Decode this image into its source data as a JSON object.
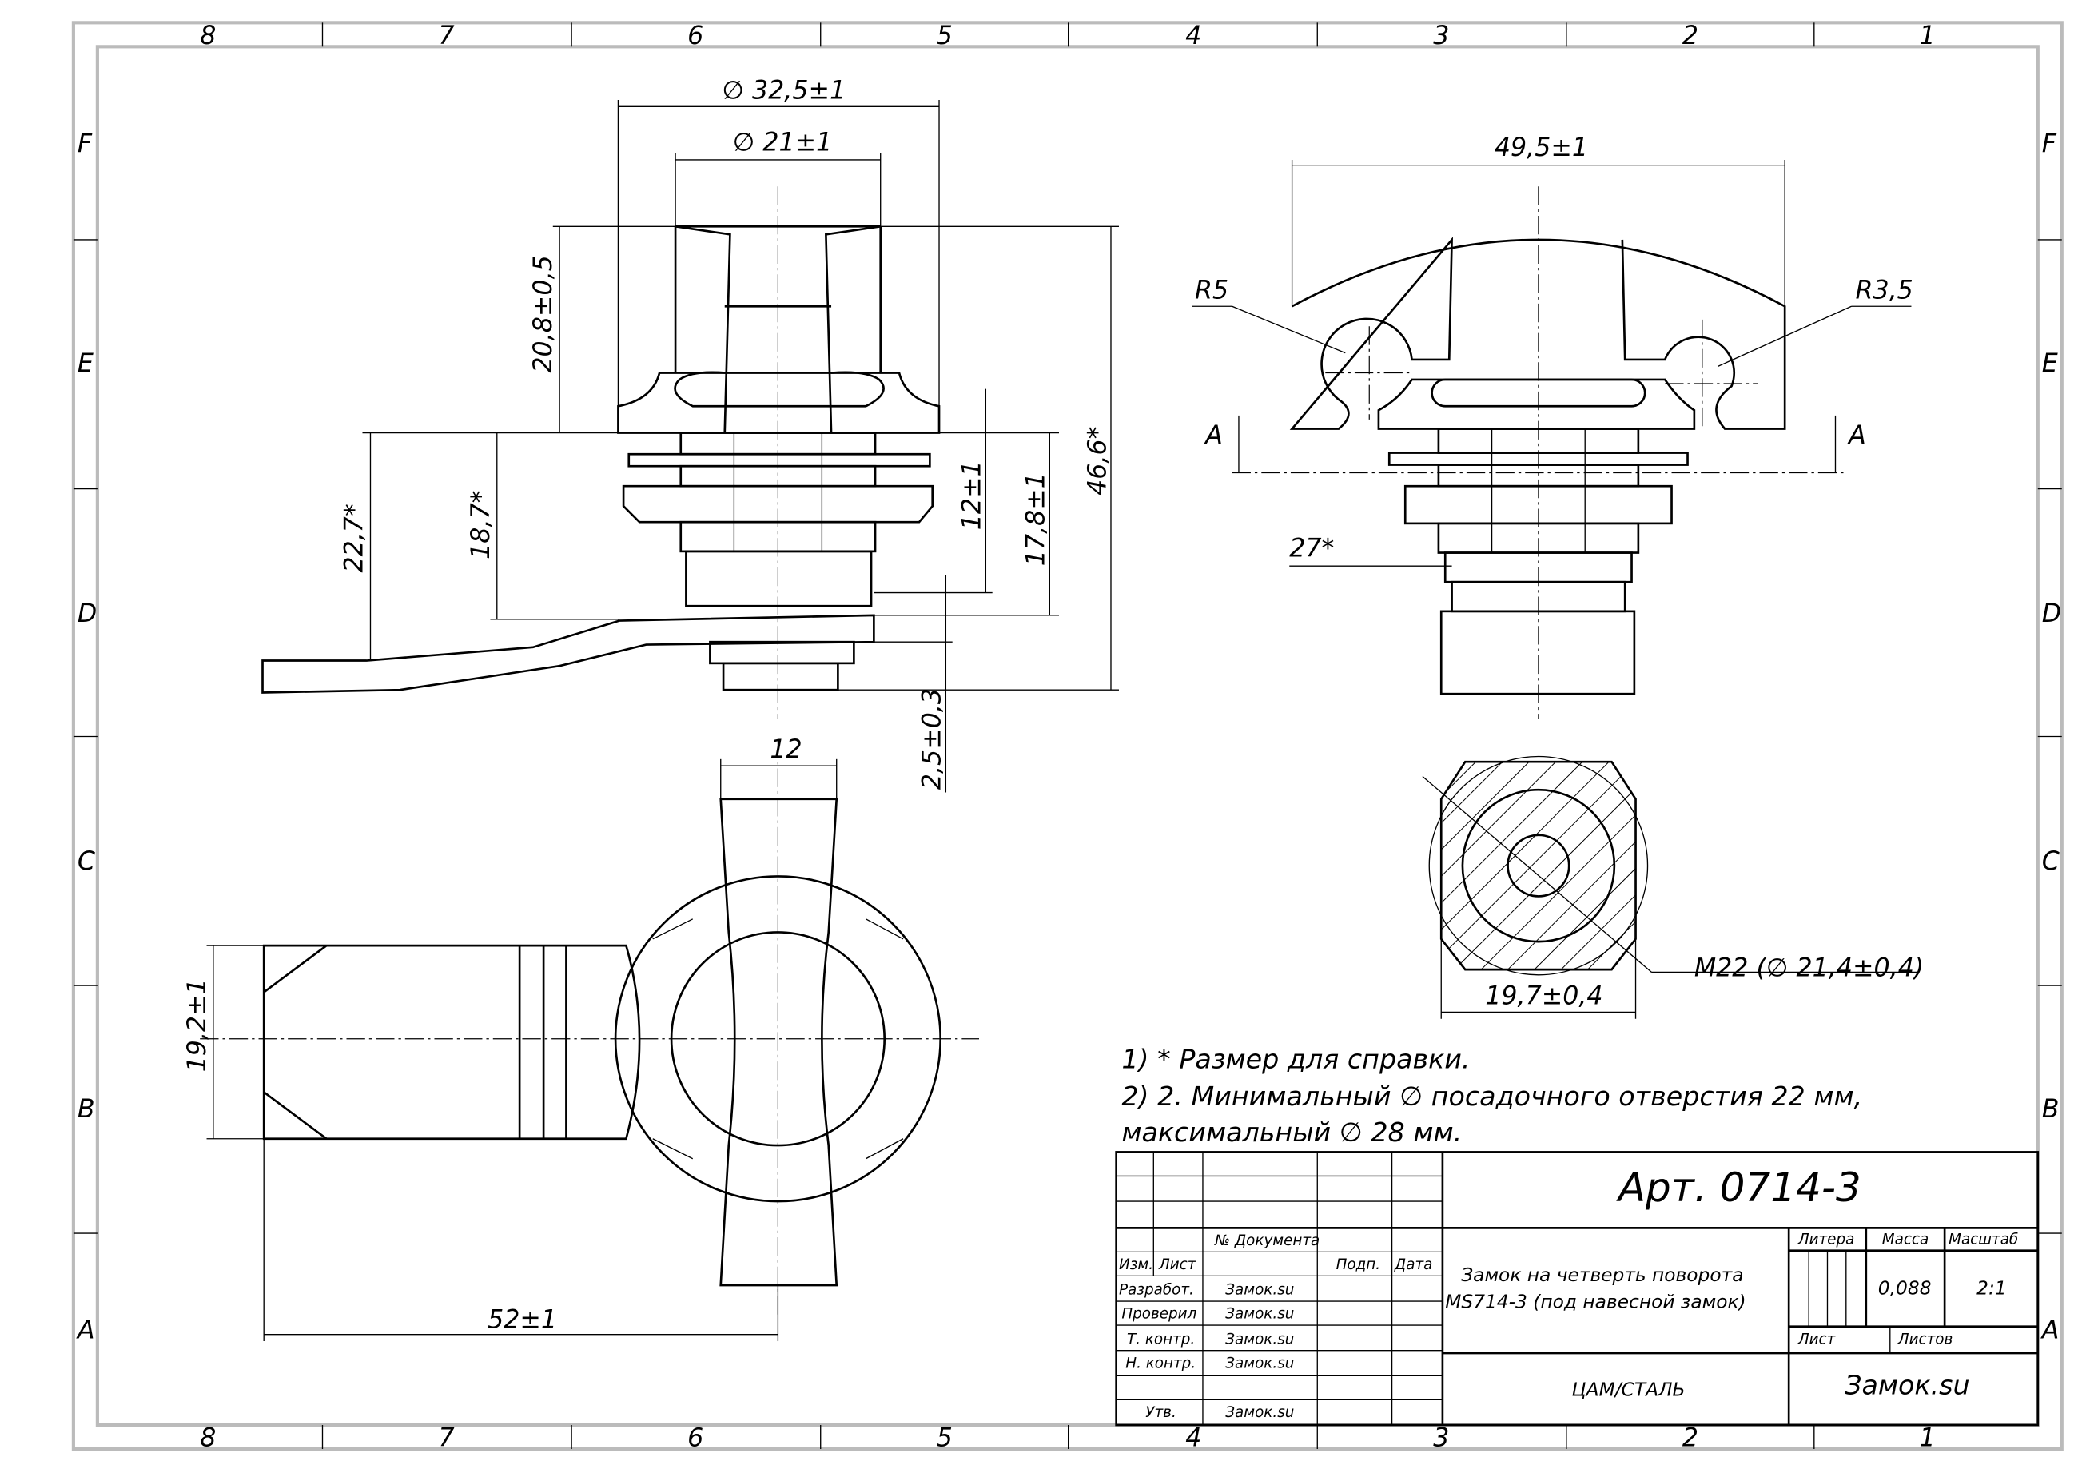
{
  "zones": {
    "columns": [
      "8",
      "7",
      "6",
      "5",
      "4",
      "3",
      "2",
      "1"
    ],
    "rows": [
      "F",
      "E",
      "D",
      "C",
      "B",
      "A"
    ]
  },
  "dimensions": {
    "d_outer": "∅ 32,5±1",
    "d_knob": "∅ 21±1",
    "h_knob": "20,8±0,5",
    "h_total": "46,6*",
    "h_cam_outer": "22,7*",
    "h_cam_inner": "18,7*",
    "h_12": "12±1",
    "h_17": "17,8±1",
    "h_25": "2,5±0,3",
    "w_head": "49,5±1",
    "r5": "R5",
    "r35": "R3,5",
    "section_a_left": "A",
    "section_a_right": "A",
    "w_27": "27*",
    "w_12": "12",
    "w_cam": "19,2±1",
    "l_cam": "52±1",
    "w_flat": "19,7±0,4",
    "thread": "M22  (∅ 21,4±0,4)"
  },
  "notes": [
    "1) * Размер для справки.",
    "2) 2. Минимальный ∅ посадочного отверстия 22 мм,",
    "максимальный ∅  28 мм."
  ],
  "title_block": {
    "article": "Арт. 0714-3",
    "name_line1": "Замок на четверть поворота",
    "name_line2": "MS714-3 (под навесной замок)",
    "material": "ЦАМ/СТАЛЬ",
    "company": "Замок.su",
    "col_doc": "№ Документа",
    "col_izm": "Изм.",
    "col_list": "Лист",
    "col_podp": "Подп.",
    "col_data": "Дата",
    "litera_label": "Литера",
    "massa_label": "Масса",
    "masshtab_label": "Масштаб",
    "massa": "0,088",
    "masshtab": "2:1",
    "list_label": "Лист",
    "listov_label": "Листов",
    "rows": [
      {
        "role": "Разработ.",
        "name": "Замок.su"
      },
      {
        "role": "Проверил",
        "name": "Замок.su"
      },
      {
        "role": "Т. контр.",
        "name": "Замок.su"
      },
      {
        "role": "Н. контр.",
        "name": "Замок.su"
      },
      {
        "role": "Утв.",
        "name": "Замок.su"
      }
    ]
  }
}
